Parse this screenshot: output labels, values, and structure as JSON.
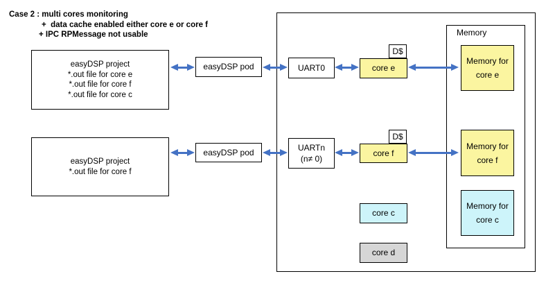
{
  "title": {
    "line1": "Case 2 : multi cores monitoring",
    "line2": "+  data cache enabled either core e or core f",
    "line3": "+ IPC RPMessage not usable"
  },
  "host": {
    "project1": {
      "lines": [
        "easyDSP project",
        "*.out file for core e",
        "*.out file for core f",
        "*.out file for core c"
      ]
    },
    "project2": {
      "lines": [
        "easyDSP project",
        "*.out file for core f"
      ]
    },
    "pod1_label": "easyDSP pod",
    "pod2_label": "easyDSP pod"
  },
  "chip": {
    "uart0_label": "UART0",
    "uartn_line1": "UARTn",
    "uartn_line2": "(n≠ 0)",
    "dcache1_label": "D$",
    "dcache2_label": "D$",
    "core_e_label": "core e",
    "core_f_label": "core f",
    "core_c_label": "core c",
    "core_d_label": "core d",
    "memory": {
      "label": "Memory",
      "mem_e_lines": [
        "Memory for",
        "core e"
      ],
      "mem_f_lines": [
        "Memory for",
        "core f"
      ],
      "mem_c_lines": [
        "Memory for",
        "core c"
      ]
    }
  },
  "colors": {
    "arrow_blue": "#4472C4",
    "core_yellow": "#FBF5A0",
    "core_cyan": "#CDF4FA",
    "core_gray": "#D6D6D6",
    "border_black": "#000000"
  }
}
